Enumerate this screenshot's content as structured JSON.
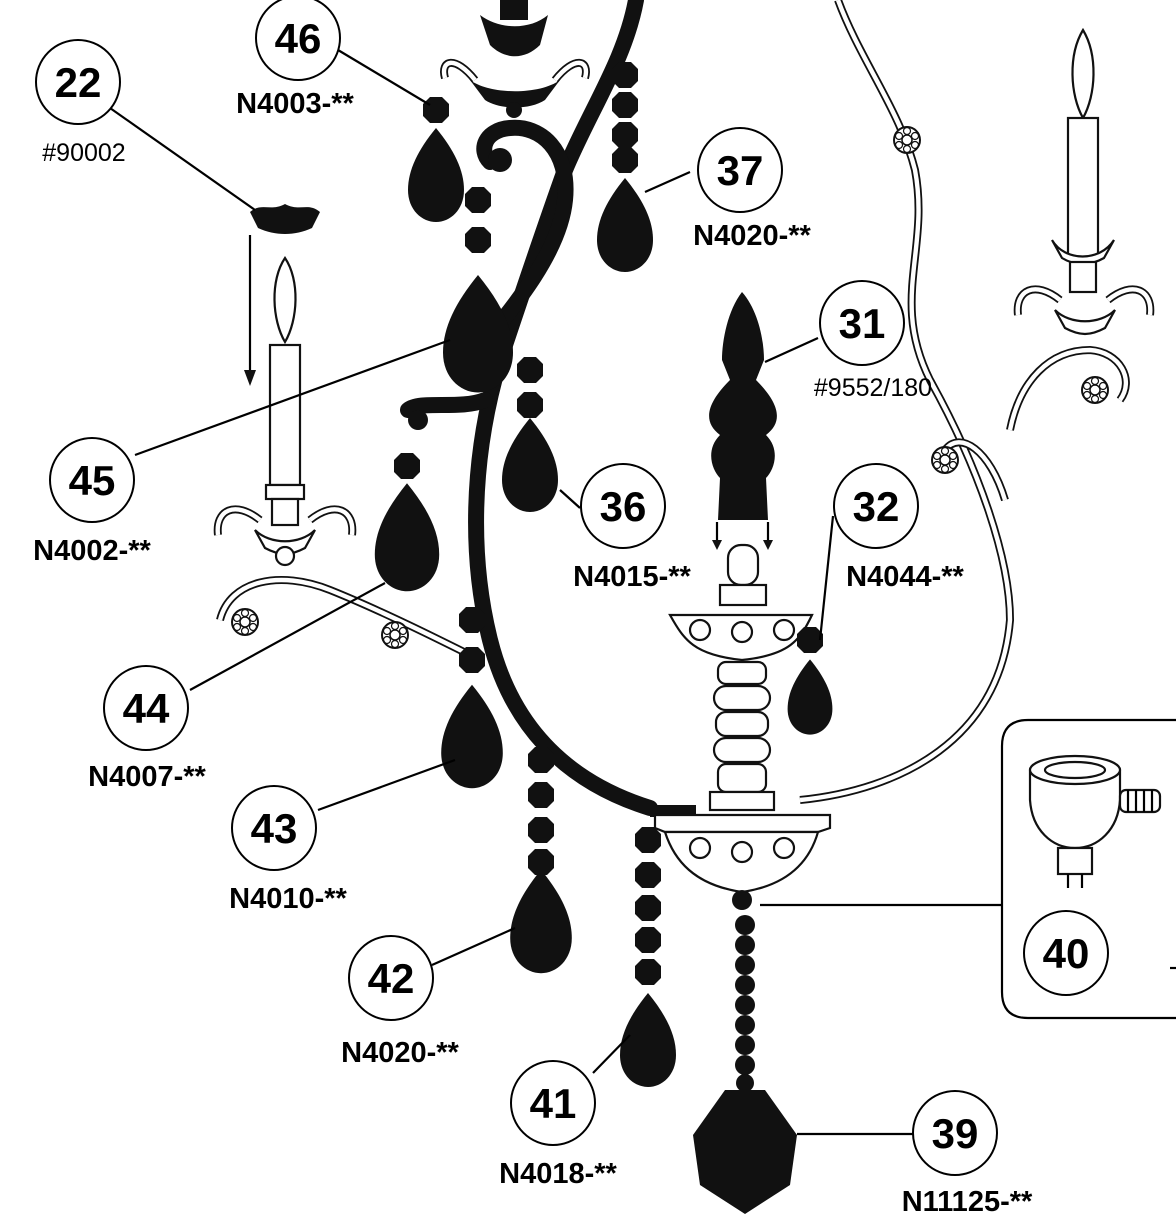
{
  "callouts": {
    "c22": {
      "num": "22",
      "code": "#90002"
    },
    "c46": {
      "num": "46",
      "code": "N4003-**"
    },
    "c37": {
      "num": "37",
      "code": "N4020-**"
    },
    "c31": {
      "num": "31",
      "code": "#9552/180"
    },
    "c45": {
      "num": "45",
      "code": "N4002-**"
    },
    "c36": {
      "num": "36",
      "code": "N4015-**"
    },
    "c32": {
      "num": "32",
      "code": "N4044-**"
    },
    "c44": {
      "num": "44",
      "code": "N4007-**"
    },
    "c43": {
      "num": "43",
      "code": "N4010-**"
    },
    "c42": {
      "num": "42",
      "code": "N4020-**"
    },
    "c41": {
      "num": "41",
      "code": "N4018-**"
    },
    "c39": {
      "num": "39",
      "code": "N11125-**"
    },
    "c40": {
      "num": "40"
    }
  },
  "colors": {
    "ink": "#111111",
    "paper": "#ffffff"
  },
  "icons": [
    "crystal-drop-icon",
    "octagon-bead-icon",
    "candle-icon",
    "rosette-icon",
    "lamp-socket-icon",
    "finial-icon"
  ]
}
